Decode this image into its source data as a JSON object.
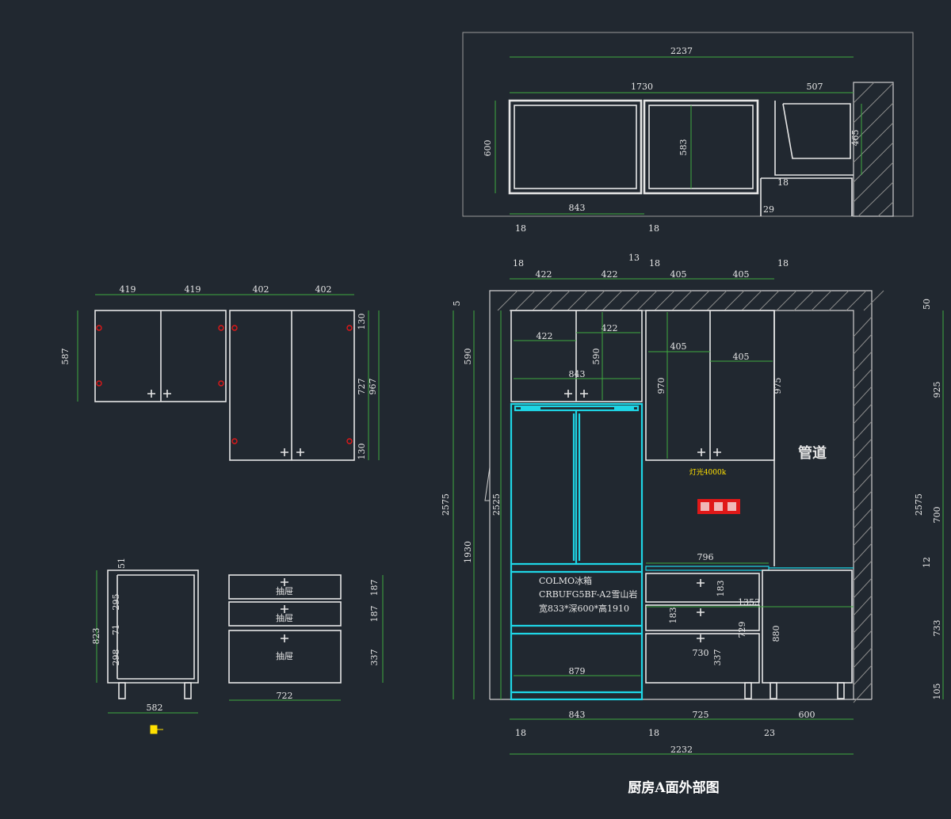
{
  "title": "厨房A面外部图",
  "labels": {
    "pipe": "管道",
    "light": "灯光4000k",
    "fridge_line1": "COLMO冰箱",
    "fridge_line2": "CRBUFG5BF-A2雪山岩",
    "fridge_line3": "宽833*深600*高1910",
    "drawer": "抽屉"
  },
  "plan_dims": {
    "d2237": "2237",
    "d1730": "1730",
    "d507": "507",
    "d600": "600",
    "d583": "583",
    "d465": "465",
    "d843": "843",
    "d18a": "18",
    "d18b": "18",
    "d18c": "18",
    "d29": "29"
  },
  "elev_dims": {
    "t18a": "18",
    "t422a": "422",
    "t422b": "422",
    "t13": "13",
    "t18b": "18",
    "t405a": "405",
    "t405b": "405",
    "t18c": "18",
    "i422a": "422",
    "i422b": "422",
    "i590a": "590",
    "i843": "843",
    "i405a": "405",
    "i405b": "405",
    "i970": "970",
    "i975": "975",
    "l5": "5",
    "l590": "590",
    "l2575": "2575",
    "l1930": "1930",
    "l2525": "2525",
    "r50": "50",
    "r925": "925",
    "r2575": "2575",
    "r700": "700",
    "r12": "12",
    "r733": "733",
    "r105": "105",
    "m796": "796",
    "m183": "183",
    "m1353": "1353",
    "m729": "729",
    "m730": "730",
    "m880": "880",
    "m337": "337",
    "m879": "879",
    "b843": "843",
    "b725": "725",
    "b600": "600",
    "b18a": "18",
    "b18b": "18",
    "b23": "23",
    "b2232": "2232"
  },
  "wall_dims": {
    "w419a": "419",
    "w419b": "419",
    "w402a": "402",
    "w402b": "402",
    "w587": "587",
    "w130a": "130",
    "w727": "727",
    "w967": "967",
    "w130b": "130"
  },
  "base_dims": {
    "s51": "51",
    "s295": "295",
    "s71": "71",
    "s298": "298",
    "s823": "823",
    "s582": "582",
    "d187a": "187",
    "d187b": "187",
    "d337": "337",
    "d722": "722"
  },
  "colors": {
    "background": "#212830",
    "line": "#e6e6e6",
    "dimension": "#3faa3f",
    "fridge": "#1fd6e6",
    "socket": "#e01818",
    "highlight": "#ffe000"
  }
}
